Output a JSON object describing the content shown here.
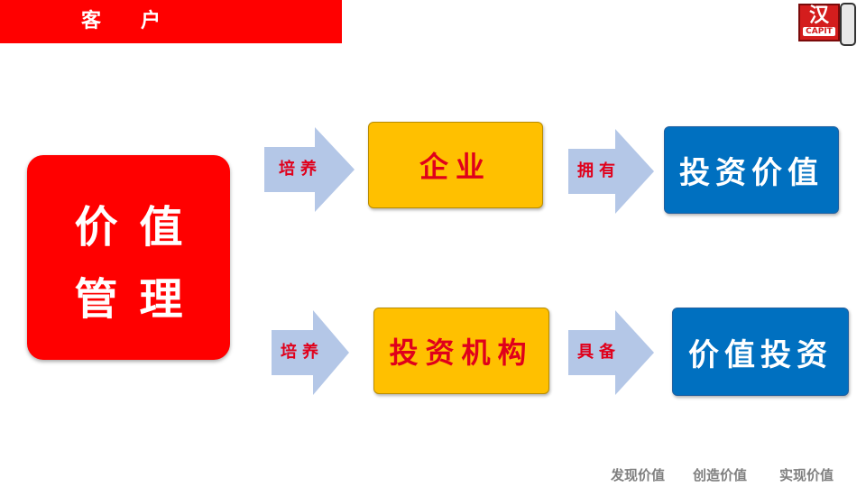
{
  "header": {
    "title": "客　　户"
  },
  "logo": {
    "glyph": "汉",
    "text": "CAPIT"
  },
  "main": {
    "line1": "价值",
    "line2": "管理"
  },
  "row1": {
    "arrow1": "培养",
    "box1": "企业",
    "arrow2": "拥有",
    "box2": "投资价值"
  },
  "row2": {
    "arrow1": "培养",
    "box1": "投资机构",
    "arrow2": "具备",
    "box2": "价值投资"
  },
  "footer": [
    "发现价值",
    "创造价值",
    "实现价值"
  ],
  "colors": {
    "red": "#ff0000",
    "yellow": "#ffc000",
    "blue": "#0070c0",
    "arrow": "#b4c7e7",
    "arrow_text": "#e0001b"
  }
}
